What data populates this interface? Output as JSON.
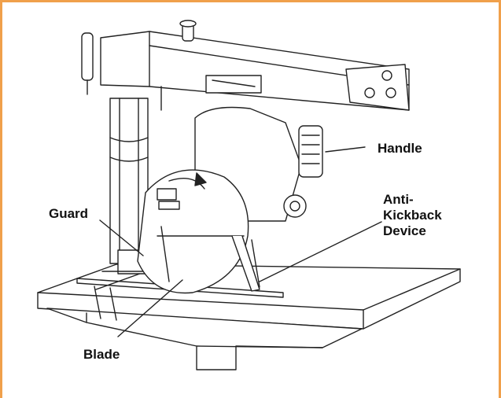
{
  "colors": {
    "frame": "#f0a04b",
    "ink": "#222222",
    "text": "#111111"
  },
  "labels": {
    "handle": "Handle",
    "guard": "Guard",
    "anti_kickback": [
      "Anti-",
      "Kickback",
      "Device"
    ],
    "blade": "Blade"
  }
}
